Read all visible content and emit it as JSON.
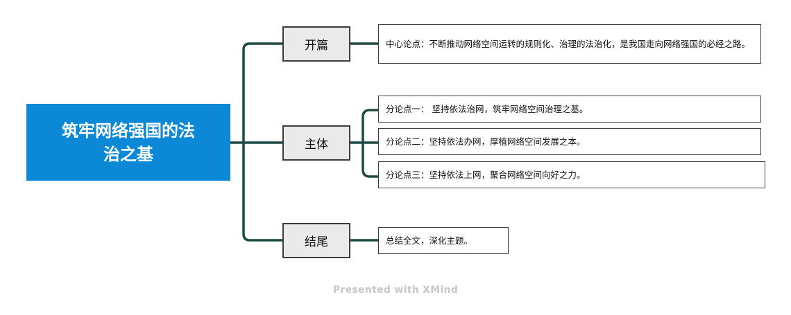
{
  "root": {
    "title": "筑牢网络强国的法治之基"
  },
  "branches": [
    {
      "label": "开篇",
      "leaves": [
        "中心论点：不断推动网络空间运转的规则化、治理的法治化，是我国走向网络强国的必经之路。"
      ]
    },
    {
      "label": "主体",
      "leaves": [
        "分论点一： 坚持依法治网，筑牢网络空间治理之基。",
        "分论点二：坚持依法办网，厚植网络空间发展之本。",
        "分论点三：坚持依法上网，聚合网络空间向好之力。"
      ]
    },
    {
      "label": "结尾",
      "leaves": [
        "总结全文，深化主题。"
      ]
    }
  ],
  "footer": "Presented with XMind",
  "colors": {
    "root_bg": "#0b88d6",
    "connector": "#1d4a44",
    "branch_bg": "#eaeaea",
    "border": "#3c3c3c"
  }
}
